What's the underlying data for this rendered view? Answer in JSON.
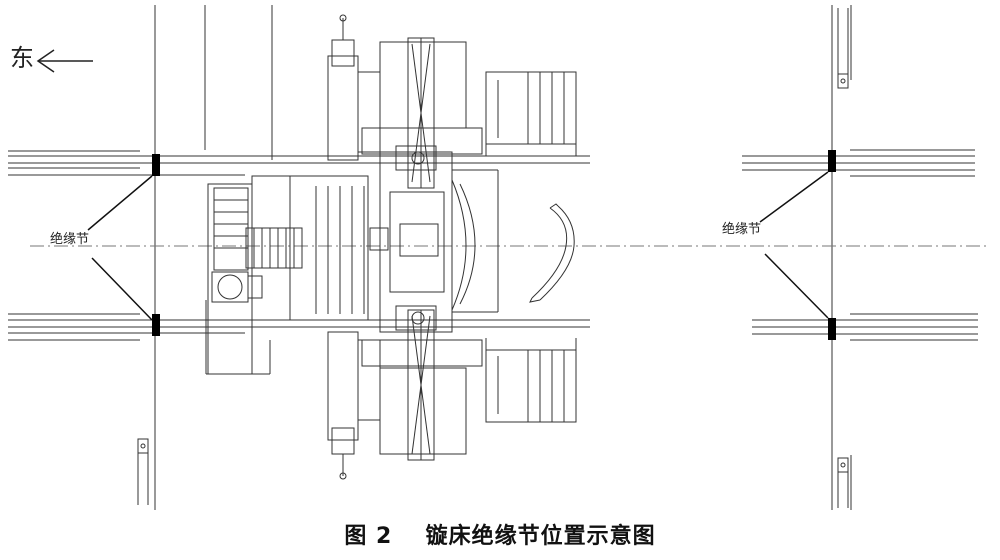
{
  "direction": {
    "label": "东",
    "arrow_icon": "left-arrow-icon"
  },
  "labels": {
    "left_joint": "绝缘节",
    "right_joint": "绝缘节"
  },
  "caption": {
    "number": "图 2",
    "title": "镟床绝缘节位置示意图"
  }
}
